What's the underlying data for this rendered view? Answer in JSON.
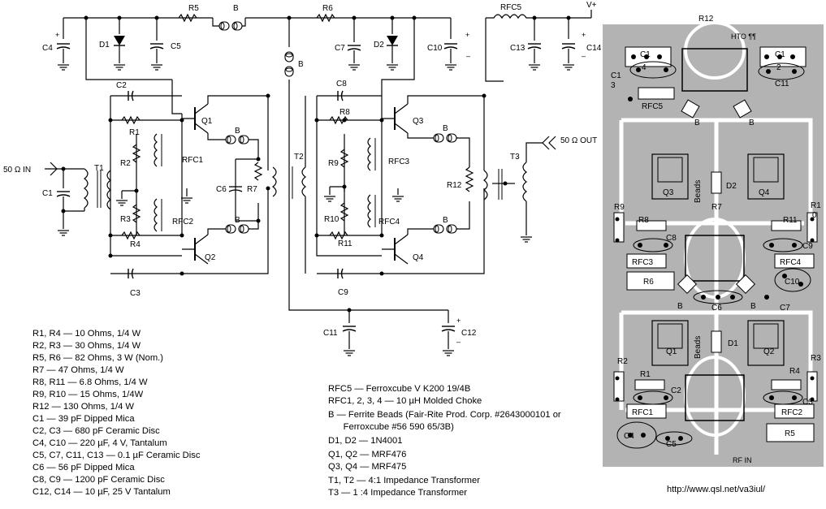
{
  "schematic": {
    "labels": {
      "r5": "R5",
      "b_top1": "B",
      "r6": "R6",
      "rfc5": "RFC5",
      "vplus": "V+",
      "c4": "C4",
      "d1": "D1",
      "c5": "C5",
      "c7": "C7",
      "d2": "D2",
      "c10": "C10",
      "c13": "C13",
      "c14": "C14",
      "b_mid": "B",
      "c2": "C2",
      "r1": "R1",
      "q1": "Q1",
      "b_q1": "B",
      "r2": "R2",
      "rfc1": "RFC1",
      "in": "50 Ω IN",
      "t1": "T1",
      "c1": "C1",
      "c6": "C6",
      "r7": "R7",
      "t2": "T2",
      "r3": "R3",
      "rfc2": "RFC2",
      "b_q2": "B",
      "r4": "R4",
      "q2": "Q2",
      "c3": "C3",
      "c8": "C8",
      "r8": "R8",
      "q3": "Q3",
      "b_q3": "B",
      "r9": "R9",
      "rfc3": "RFC3",
      "r12": "R12",
      "t3": "T3",
      "out": "50 Ω OUT",
      "r10": "R10",
      "rfc4": "RFC4",
      "b_q4": "B",
      "r11": "R11",
      "q4": "Q4",
      "c9": "C9",
      "c11": "C11",
      "c12": "C12",
      "plus": "+",
      "minus": "–"
    }
  },
  "parts_list": [
    "R1, R4 — 10 Ohms, 1/4 W",
    "R2, R3 — 30 Ohms, 1/4 W",
    "R5, R6 — 82 Ohms, 3 W (Nom.)",
    "R7 — 47 Ohms, 1/4 W",
    "R8, R11 — 6.8 Ohms, 1/4 W",
    "R9, R10 — 15 Ohms, 1/4W",
    "R12 — 130 Ohms, 1/4 W",
    "C1 — 39 pF Dipped Mica",
    "C2, C3 — 680 pF Ceramic Disc",
    "C4, C10 — 220 µF, 4 V, Tantalum",
    "C5, C7, C11, C13 — 0.1 µF Ceramic Disc",
    "C6 — 56 pF Dipped Mica",
    "C8, C9 — 1200 pF Ceramic Disc",
    "C12, C14 — 10 µF, 25 V Tantalum"
  ],
  "parts_list_2": [
    "RFC5 — Ferroxcube V K200 19/4B",
    "RFC1, 2, 3, 4 — 10 µH Molded Choke",
    "",
    "B — Ferrite Beads (Fair-Rite Prod. Corp. #2643000101 or",
    "      Ferroxcube #56 590 65/3B)",
    "",
    "D1, D2 — 1N4001",
    "",
    "Q1, Q2 — MRF476",
    "Q3, Q4 — MRF475",
    "",
    "T1, T2 — 4:1 Impedance Transformer",
    "T3 — 1 :4 Impedance Transformer"
  ],
  "pcb": {
    "labels": {
      "r12": "R12",
      "c1_a": "C1",
      "c1_4": "4",
      "c1_b": "C1",
      "c1_2": "2",
      "c13_a": "C1",
      "c13_b": "3",
      "c11": "C11",
      "rfc5": "RFC5",
      "b1": "B",
      "b2": "B",
      "q3": "Q3",
      "d2": "D2",
      "q4": "Q4",
      "beads1": "Beads",
      "r7": "R7",
      "r9": "R9",
      "r8": "R8",
      "c8": "C8",
      "r10_a": "R1",
      "r10_b": "0",
      "r11": "R11",
      "c9": "C9",
      "rfc3": "RFC3",
      "rfc4": "RFC4",
      "r6": "R6",
      "c10": "C10",
      "b3": "B",
      "c6": "C6",
      "b4": "B",
      "c7": "C7",
      "q1": "Q1",
      "beads2": "Beads",
      "d1": "D1",
      "q2": "Q2",
      "r2": "R2",
      "r3": "R3",
      "r1": "R1",
      "r4": "R4",
      "c2": "C2",
      "c3": "C3",
      "rfc1": "RFC1",
      "rfc2": "RFC2",
      "c4": "C4",
      "c5": "C5",
      "r5": "R5",
      "rfin": "RF IN",
      "top": "HTO  ¶¶"
    }
  },
  "url": "http://www.qsl.net/va3iul/"
}
